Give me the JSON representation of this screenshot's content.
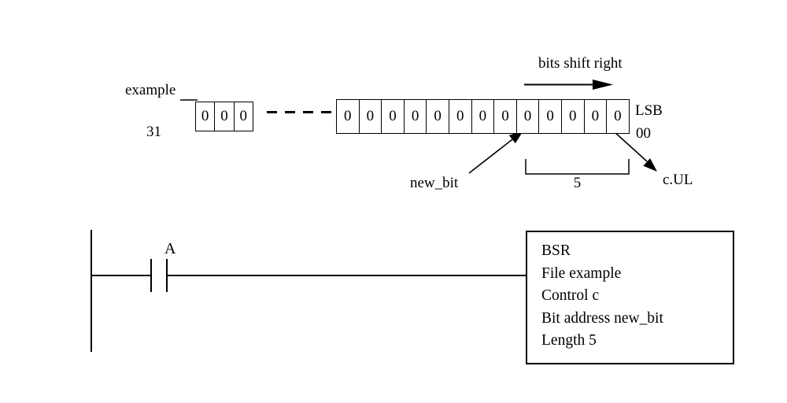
{
  "colors": {
    "ink": "#000000",
    "background": "#ffffff"
  },
  "diagram": {
    "register_label": "example",
    "msb_bit_number": "31",
    "shift_direction_label": "bits shift right",
    "lsb_label": "LSB",
    "lsb_bit_number": "00",
    "new_bit_label": "new_bit",
    "group_length_label": "5",
    "unload_bit_label": "c.UL",
    "left_cells": [
      "0",
      "0",
      "0"
    ],
    "right_cells": [
      "0",
      "0",
      "0",
      "0",
      "0",
      "0",
      "0",
      "0",
      "0",
      "0",
      "0",
      "0",
      "0"
    ]
  },
  "ladder": {
    "contact_label": "A",
    "instruction": {
      "rows": [
        "BSR",
        "File example",
        "Control c",
        "Bit address new_bit",
        "Length 5"
      ]
    }
  }
}
